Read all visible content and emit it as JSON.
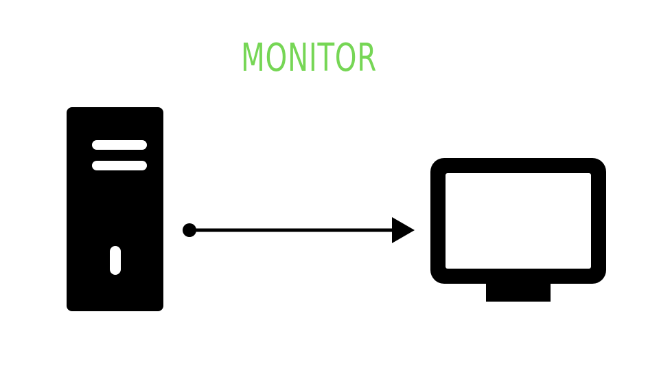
{
  "title": {
    "text": "MONITOR",
    "color": "#76d655"
  },
  "colors": {
    "icon": "#000000",
    "background": "#ffffff"
  },
  "nodes": [
    {
      "id": "computer",
      "icon": "desktop-tower-icon"
    },
    {
      "id": "monitor",
      "icon": "monitor-icon"
    }
  ],
  "edges": [
    {
      "from": "computer",
      "to": "monitor",
      "style": "dot-tail-arrow-head"
    }
  ]
}
